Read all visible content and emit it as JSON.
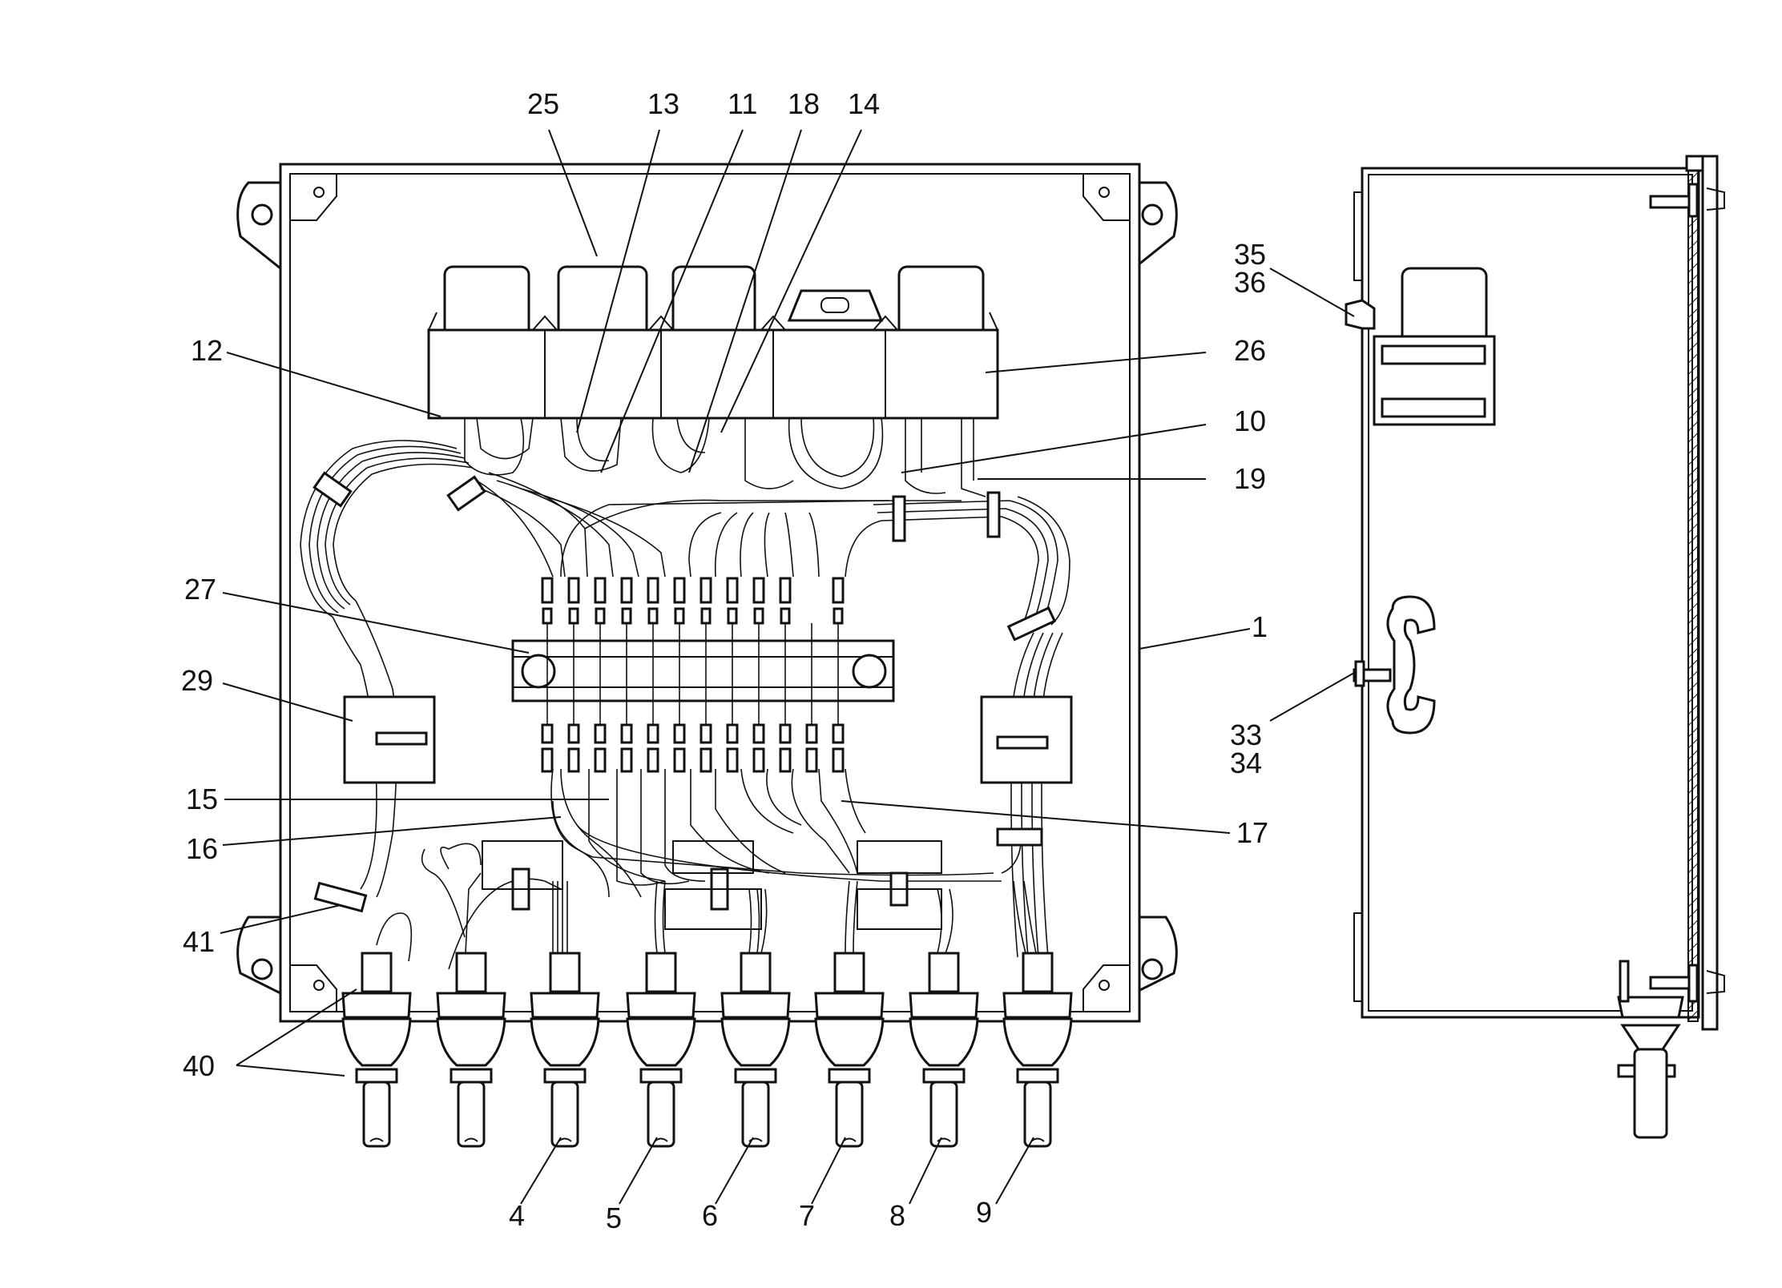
{
  "figure": {
    "callouts": {
      "n25": "25",
      "n13": "13",
      "n11": "11",
      "n18": "18",
      "n14": "14",
      "n12": "12",
      "n26": "26",
      "n10": "10",
      "n19": "19",
      "n27": "27",
      "n29": "29",
      "n1": "1",
      "n15": "15",
      "n16": "16",
      "n17": "17",
      "n41": "41",
      "n40": "40",
      "n4": "4",
      "n5": "5",
      "n6": "6",
      "n7": "7",
      "n8": "8",
      "n9": "9",
      "n35": "35",
      "n36": "36",
      "n33": "33",
      "n34": "34"
    }
  }
}
